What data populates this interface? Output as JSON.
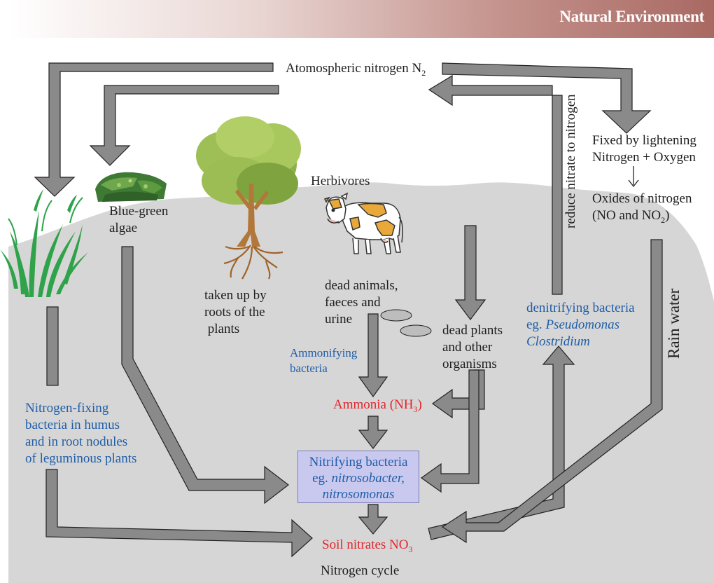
{
  "header": {
    "title": "Natural Environment"
  },
  "labels": {
    "atmospheric_nitrogen": "Atomospheric nitrogen N",
    "atmospheric_nitrogen_sub": "2",
    "fixed_by_lightening": "Fixed by lightening",
    "nitrogen_oxygen": "Nitrogen + Oxygen",
    "oxides_of_nitrogen": "Oxides of nitrogen",
    "no_and_no2_a": "(NO and NO",
    "no_and_no2_sub": "2",
    "no_and_no2_b": ")",
    "reduce_nitrate": "reduce nitrate to nitrogen",
    "herbivores": "Herbivores",
    "blue_green_algae": [
      "Blue-green",
      "algae"
    ],
    "taken_up_by_roots": [
      "taken up by",
      "roots of the",
      " plants"
    ],
    "dead_animals": [
      "dead animals,",
      "faeces and",
      "urine"
    ],
    "dead_plants": [
      "dead plants",
      "and other",
      "organisms"
    ],
    "ammonifying_bacteria": [
      "Ammonifying",
      "bacteria"
    ],
    "ammonia_a": "Ammonia (NH",
    "ammonia_sub": "3",
    "ammonia_b": ")",
    "nitrifying_bacteria": "Nitrifying bacteria",
    "nitrifying_eg": "eg. ",
    "nitrosobacter": "nitrosobacter,",
    "nitrosomonas": "nitrosomonas",
    "denitrifying_bacteria": "denitrifying bacteria",
    "denitrifying_eg": "eg. ",
    "pseudomonas": "Pseudomonas",
    "clostridium": "Clostridium",
    "nitrogen_fixing": [
      "Nitrogen-fixing",
      "bacteria in humus",
      "and in root nodules",
      "of leguminous plants"
    ],
    "rain_water": "Rain water",
    "soil_nitrates": "Soil nitrates NO",
    "soil_nitrates_sub": "3",
    "caption": "Nitrogen cycle"
  },
  "colors": {
    "ground": "#d6d6d6",
    "arrow_fill": "#8a8a8a",
    "arrow_stroke": "#222222",
    "blue_text": "#1f5da8",
    "red_text": "#e3242b",
    "box_fill": "#c9c9ef",
    "header_accent": "#a96963"
  },
  "icons": [
    "tree-icon",
    "cow-icon",
    "grass-icon",
    "algae-icon"
  ]
}
